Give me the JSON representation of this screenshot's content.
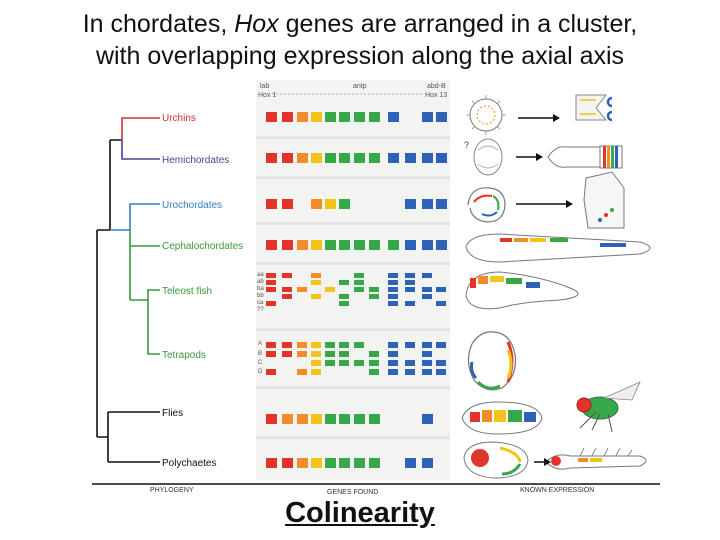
{
  "title": {
    "line1_pre": "In chordates, ",
    "line1_italic": "Hox",
    "line1_post": " genes are arranged in a cluster,",
    "line2": "with overlapping expression along the axial axis"
  },
  "footer": "Colinearity",
  "cluster_header": {
    "left_top": "lab",
    "left_bottom": "Hox 1",
    "middle": "antp",
    "right_top": "abd-B",
    "right_bottom": "Hox 13"
  },
  "taxa": [
    {
      "name": "Urchins",
      "color": "#d0342c"
    },
    {
      "name": "Hemichordates",
      "color": "#5b3b8c"
    },
    {
      "name": "Urochordates",
      "color": "#2f7fc1"
    },
    {
      "name": "Cephalochordates",
      "color": "#3a9a3a"
    },
    {
      "name": "Teleost fish",
      "color": "#3a9a3a"
    },
    {
      "name": "Tetrapods",
      "color": "#3a9a3a"
    },
    {
      "name": "Flies",
      "color": "#111111"
    },
    {
      "name": "Polychaetes",
      "color": "#111111"
    }
  ],
  "teleost_paralog_labels": [
    "aa",
    "ab",
    "ba",
    "bb",
    "ca",
    "??"
  ],
  "tetrapod_paralog_labels": [
    "A",
    "B",
    "C",
    "D"
  ],
  "unknown_mark": "?",
  "axis_labels": [
    "PHYLOGENY",
    "GENES FOUND",
    "KNOWN EXPRESSION"
  ],
  "colors": {
    "red": "#e3342b",
    "orange": "#f28c28",
    "yellow": "#f2c318",
    "green": "#36a84a",
    "blue": "#2e62b8",
    "tree_green": "#3a9a3a",
    "tree_blue": "#2f7fc1",
    "tree_purple": "#5b3b8c",
    "tree_red": "#d0342c"
  }
}
